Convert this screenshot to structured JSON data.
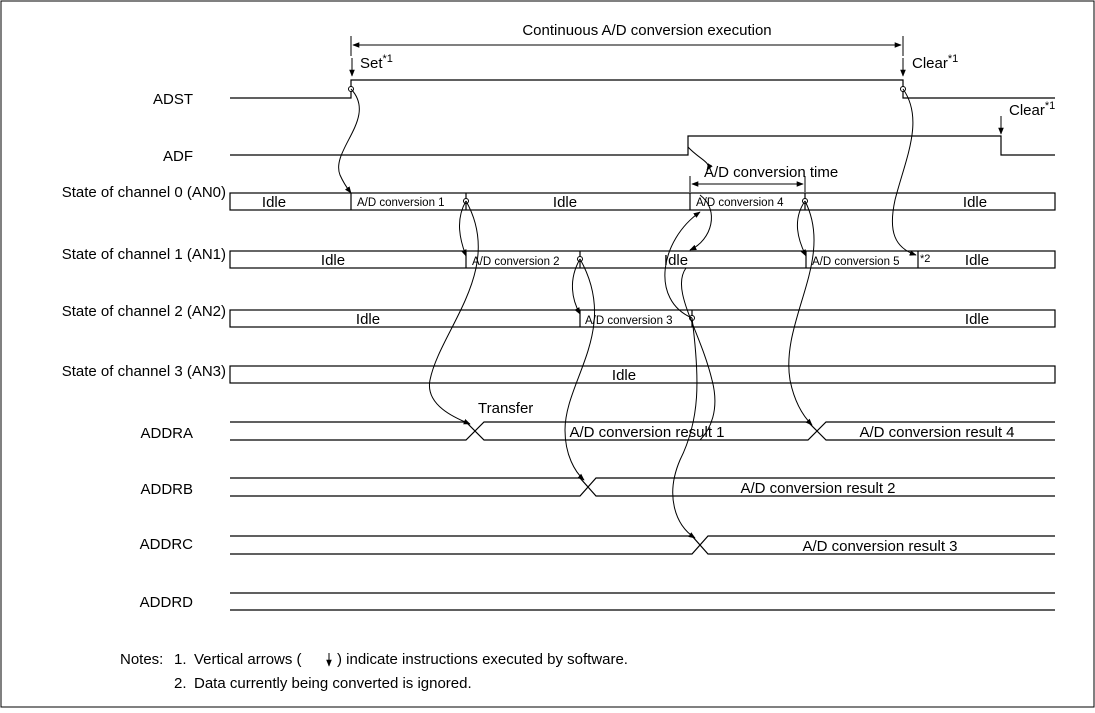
{
  "title": "Continuous A/D conversion execution",
  "annotations": {
    "set": "Set",
    "clear": "Clear",
    "superscript_1": "*1",
    "superscript_2": "*2",
    "conversion_time": "A/D conversion time",
    "transfer": "Transfer"
  },
  "signals": {
    "adst": "ADST",
    "adf": "ADF",
    "ch0": "State of channel 0 (AN0)",
    "ch1": "State of channel 1 (AN1)",
    "ch2": "State of channel 2 (AN2)",
    "ch3": "State of channel 3 (AN3)",
    "addra": "ADDRA",
    "addrb": "ADDRB",
    "addrc": "ADDRC",
    "addrd": "ADDRD"
  },
  "states": {
    "idle": "Idle",
    "conv1": "A/D conversion 1",
    "conv2": "A/D conversion 2",
    "conv3": "A/D conversion 3",
    "conv4": "A/D conversion 4",
    "conv5": "A/D conversion 5"
  },
  "results": {
    "r1": "A/D conversion result 1",
    "r2": "A/D conversion result 2",
    "r3": "A/D conversion result 3",
    "r4": "A/D conversion result 4"
  },
  "notes": {
    "prefix": "Notes:",
    "n1_num": "1.",
    "n1_text_a": "Vertical arrows (",
    "n1_text_b": ") indicate instructions executed by software.",
    "n2_num": "2.",
    "n2_text": "Data currently being converted is ignored."
  }
}
